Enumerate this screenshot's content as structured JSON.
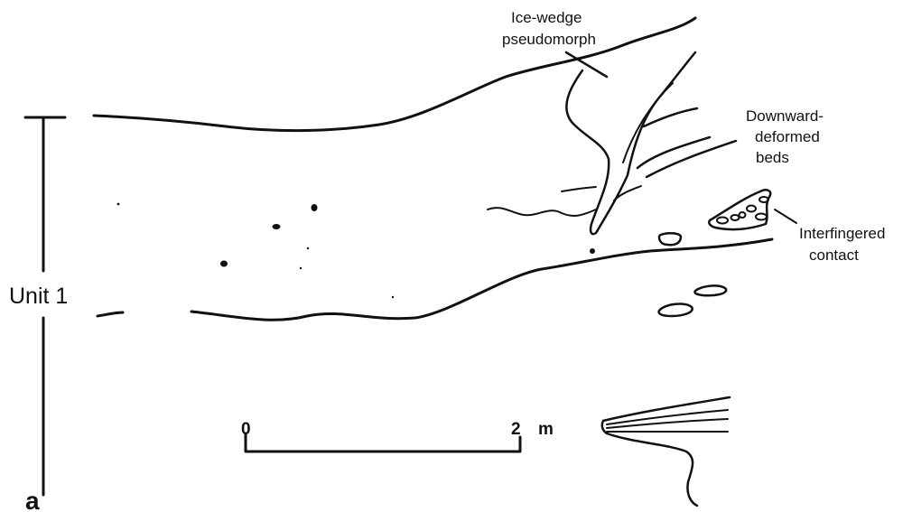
{
  "figure": {
    "panel_letter": "a",
    "unit_label": "Unit 1",
    "annotations": {
      "ice_wedge": [
        "Ice-wedge",
        "pseudomorph"
      ],
      "downward_beds": [
        "Downward-",
        "deformed",
        "beds"
      ],
      "interfingered": [
        "Interfingered",
        "contact"
      ]
    },
    "scale_bar": {
      "start_label": "0",
      "end_label": "2",
      "unit": "m"
    }
  }
}
